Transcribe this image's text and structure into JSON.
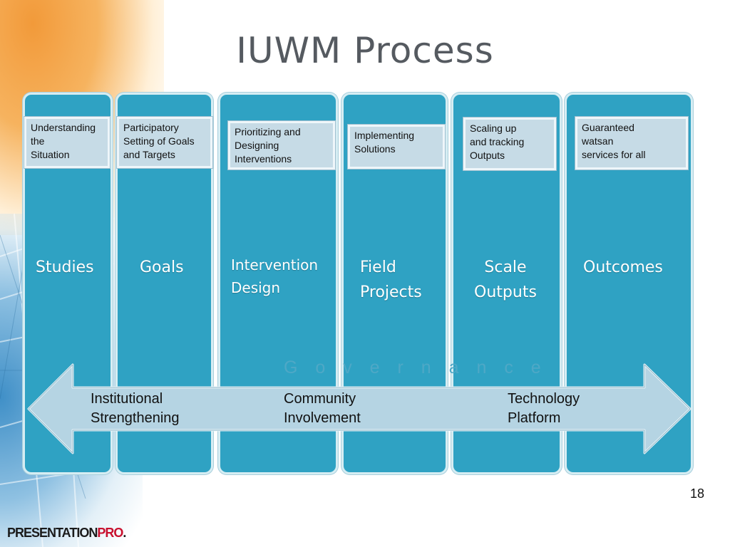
{
  "slide": {
    "title": "IUWM Process",
    "page_number": "18",
    "logo": {
      "main": "PRESENTATION",
      "accent": "PRO",
      "suffix": "."
    }
  },
  "columns": [
    {
      "stage": "Studies",
      "description": "Understanding\nthe\nSituation"
    },
    {
      "stage": "Goals",
      "description": "Participatory\nSetting of  Goals\nand  Targets"
    },
    {
      "stage": "Intervention\nDesign",
      "description": "Prioritizing and\nDesigning\nInterventions"
    },
    {
      "stage": "Field\nProjects",
      "description": "Implementing\nSolutions"
    },
    {
      "stage": "Scale\nOutputs",
      "description": "Scaling up\nand tracking\nOutputs"
    },
    {
      "stage": "Outcomes",
      "description": "Guaranteed\nwatsan\nservices for all"
    }
  ],
  "governance": {
    "label": "G o v e r n a n c e",
    "items": [
      "Institutional\nStrengthening",
      "Community\nInvolvement",
      "Technology\nPlatform"
    ]
  },
  "colors": {
    "column_fill": "#2fa2c3",
    "box_fill": "#c6dbe6",
    "arrow_fill": "#b5d4e3",
    "title": "#555a60",
    "governance_label": "#4ea8c6"
  }
}
